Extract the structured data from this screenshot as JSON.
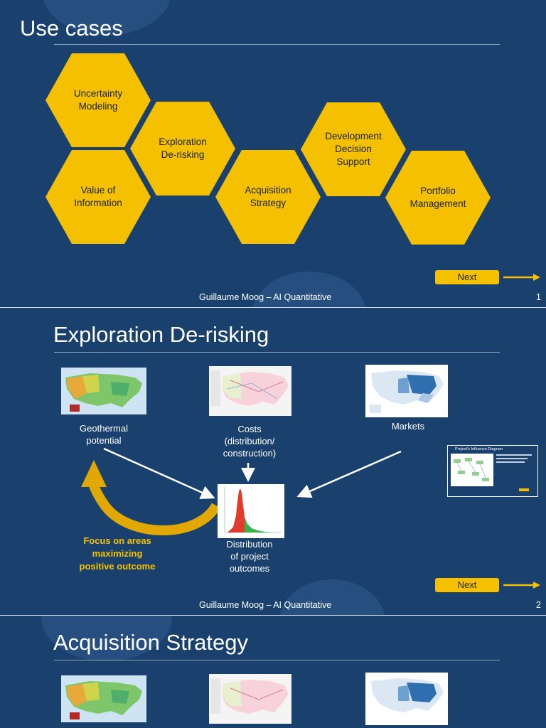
{
  "colors": {
    "background": "#1a416e",
    "accent": "#f5c000",
    "text": "#ffffff",
    "hex_text": "#1a2233"
  },
  "slides": [
    {
      "title": "Use cases",
      "hexagons": [
        {
          "label": "Uncertainty\nModeling"
        },
        {
          "label": "Value of\nInformation"
        },
        {
          "label": "Exploration\nDe-risking"
        },
        {
          "label": "Acquisition\nStrategy"
        },
        {
          "label": "Development\nDecision\nSupport"
        },
        {
          "label": "Portfolio\nManagement"
        }
      ],
      "next_label": "Next",
      "footer": "Guillaume Moog – AI Quantitative",
      "page_number": "1"
    },
    {
      "title": "Exploration De-risking",
      "captions": {
        "geothermal": "Geothermal\npotential",
        "costs": "Costs\n(distribution/\nconstruction)",
        "markets": "Markets",
        "distribution": "Distribution\nof project\noutcomes",
        "focus": "Focus on areas\nmaximizing\npositive outcome"
      },
      "inset_title": "Project's Influence Diagram",
      "next_label": "Next",
      "footer": "Guillaume Moog – AI Quantitative",
      "page_number": "2"
    },
    {
      "title": "Acquisition Strategy"
    }
  ],
  "icons": [
    "arrow-right-icon",
    "curved-arrow-icon",
    "down-arrow-icon"
  ]
}
